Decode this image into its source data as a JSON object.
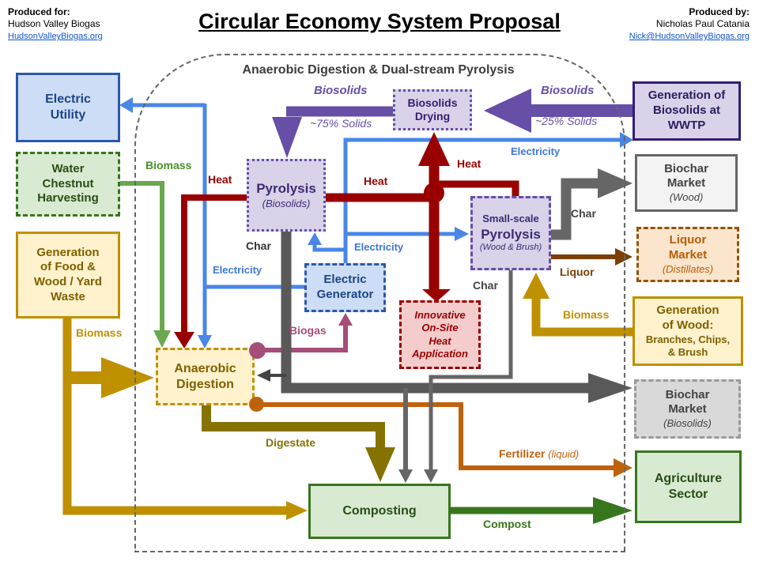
{
  "header": {
    "produced_for": {
      "label": "Produced for:",
      "name": "Hudson Valley Biogas",
      "link": "HudsonValleyBiogas.org"
    },
    "title": "Circular Economy System Proposal",
    "produced_by": {
      "label": "Produced by:",
      "name": "Nicholas Paul Catania",
      "link": "Nick@HudsonValleyBiogas.org"
    }
  },
  "container": {
    "heading": "Anaerobic Digestion & Dual-stream Pyrolysis"
  },
  "nodes": {
    "electric_utility": {
      "title": "Electric\nUtility"
    },
    "water_chestnut": {
      "title": "Water\nChestnut\nHarvesting"
    },
    "gen_food": {
      "title": "Generation\nof Food &\nWood / Yard\nWaste"
    },
    "biosolids_drying": {
      "title": "Biosolids\nDrying"
    },
    "gen_biosolids": {
      "title": "Generation of\nBiosolids at\nWWTP"
    },
    "pyrolysis": {
      "title": "Pyrolysis",
      "sub": "(Biosolids)"
    },
    "small_pyrolysis": {
      "line1": "Small-scale",
      "line2": "Pyrolysis",
      "sub": "(Wood & Brush)"
    },
    "electric_generator": {
      "title": "Electric\nGenerator"
    },
    "innovative_heat": {
      "title": "Innovative\nOn-Site\nHeat\nApplication"
    },
    "anaerobic_digestion": {
      "title": "Anaerobic\nDigestion"
    },
    "biochar_wood": {
      "title": "Biochar\nMarket",
      "sub": "(Wood)"
    },
    "liquor_market": {
      "title": "Liquor\nMarket",
      "sub": "(Distillates)"
    },
    "gen_wood": {
      "title": "Generation\nof Wood:",
      "sub": "Branches, Chips,\n& Brush"
    },
    "biochar_biosolids": {
      "title": "Biochar\nMarket",
      "sub": "(Biosolids)"
    },
    "agriculture": {
      "title": "Agriculture\nSector"
    },
    "composting": {
      "title": "Composting"
    }
  },
  "flow_labels": {
    "biosolids_left": "Biosolids",
    "solids_75": "~75% Solids",
    "biosolids_right": "Biosolids",
    "solids_25": "~25% Solids",
    "electricity_wwtp": "Electricity",
    "electricity_left": "Electricity",
    "electricity_mid": "Electricity",
    "heat_left": "Heat",
    "heat_mid": "Heat",
    "heat_right": "Heat",
    "biomass_chestnut": "Biomass",
    "biomass_food": "Biomass",
    "biomass_wood": "Biomass",
    "char_pyrolysis": "Char",
    "char_small_upper": "Char",
    "char_small_lower": "Char",
    "biogas": "Biogas",
    "liquor": "Liquor",
    "digestate": "Digestate",
    "fertilizer": "Fertilizer",
    "fertilizer_sub": "(liquid)",
    "compost": "Compost"
  },
  "edges": [
    {
      "from": "gen_biosolids",
      "to": "biosolids_drying",
      "label": "Biosolids",
      "note": "~25% Solids"
    },
    {
      "from": "biosolids_drying",
      "to": "pyrolysis",
      "label": "Biosolids",
      "note": "~75% Solids"
    },
    {
      "from": "pyrolysis",
      "to": "biosolids_drying",
      "label": "Heat"
    },
    {
      "from": "pyrolysis",
      "to": "small_pyrolysis",
      "label": "Heat"
    },
    {
      "from": "pyrolysis",
      "to": "innovative_heat",
      "label": "Heat"
    },
    {
      "from": "pyrolysis",
      "to": "anaerobic_digestion",
      "label": "Heat"
    },
    {
      "from": "pyrolysis",
      "to": "biochar_biosolids",
      "label": "Char"
    },
    {
      "from": "pyrolysis",
      "to": "anaerobic_digestion",
      "label": "Char"
    },
    {
      "from": "pyrolysis",
      "to": "composting",
      "label": "Char"
    },
    {
      "from": "small_pyrolysis",
      "to": "biochar_wood",
      "label": "Char"
    },
    {
      "from": "small_pyrolysis",
      "to": "composting",
      "label": "Char"
    },
    {
      "from": "small_pyrolysis",
      "to": "liquor_market",
      "label": "Liquor"
    },
    {
      "from": "electric_generator",
      "to": "electric_utility",
      "label": "Electricity"
    },
    {
      "from": "electric_generator",
      "to": "anaerobic_digestion",
      "label": "Electricity"
    },
    {
      "from": "electric_generator",
      "to": "pyrolysis",
      "label": "Electricity"
    },
    {
      "from": "electric_generator",
      "to": "small_pyrolysis",
      "label": "Electricity"
    },
    {
      "from": "electric_generator",
      "to": "gen_biosolids",
      "label": "Electricity"
    },
    {
      "from": "water_chestnut",
      "to": "anaerobic_digestion",
      "label": "Biomass"
    },
    {
      "from": "gen_food",
      "to": "anaerobic_digestion",
      "label": "Biomass"
    },
    {
      "from": "gen_food",
      "to": "composting",
      "label": "Biomass"
    },
    {
      "from": "gen_wood",
      "to": "small_pyrolysis",
      "label": "Biomass"
    },
    {
      "from": "anaerobic_digestion",
      "to": "electric_generator",
      "label": "Biogas"
    },
    {
      "from": "anaerobic_digestion",
      "to": "composting",
      "label": "Digestate"
    },
    {
      "from": "anaerobic_digestion",
      "to": "agriculture",
      "label": "Fertilizer (liquid)"
    },
    {
      "from": "composting",
      "to": "agriculture",
      "label": "Compost"
    }
  ],
  "palette": {
    "heat": "#990000",
    "biosolids": "#674ea7",
    "electricity": "#4a86e8",
    "biomass_green": "#6aa84f",
    "biomass_gold": "#bf9000",
    "digestate": "#857203",
    "char": "#595959",
    "biogas": "#a64d79",
    "fertilizer": "#c0620d",
    "liquor": "#7b3f04",
    "compost": "#38761d",
    "link": "#1155cc"
  }
}
